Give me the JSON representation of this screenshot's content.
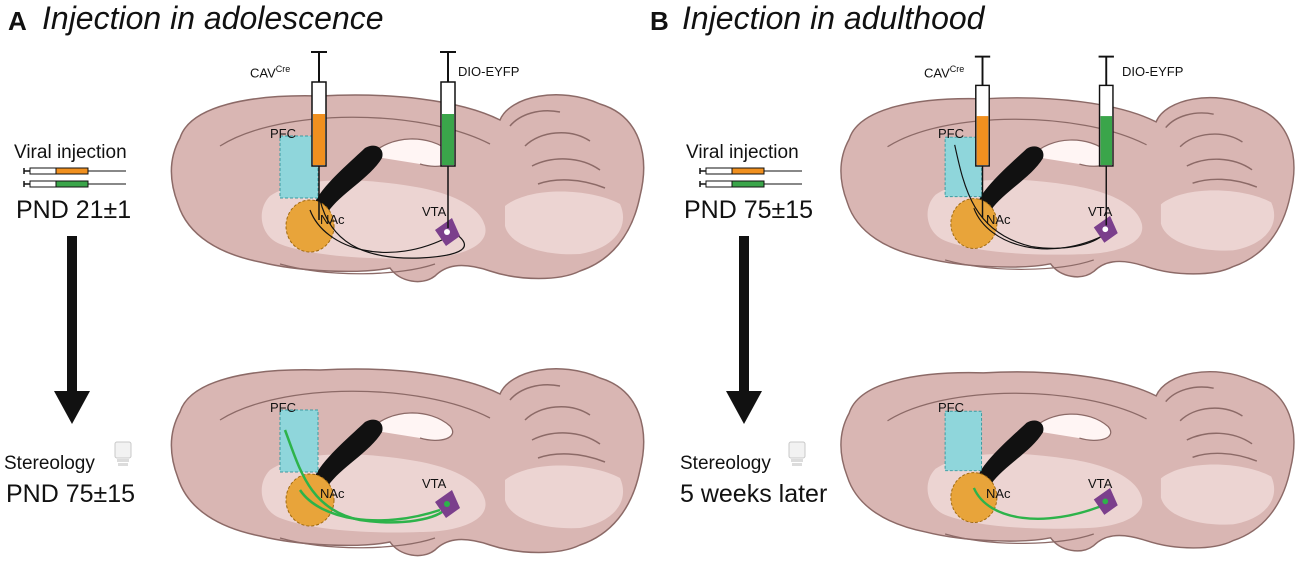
{
  "panels": [
    {
      "letter": "A",
      "title": "Injection in adolescence",
      "step1_label": "Viral injection",
      "step1_time": "PND 21±1",
      "step2_label": "Stereology",
      "step2_time": "PND 75±15"
    },
    {
      "letter": "B",
      "title": "Injection in adulthood",
      "step1_label": "Viral injection",
      "step1_time": "PND 75±15",
      "step2_label": "Stereology",
      "step2_time": "5 weeks later"
    }
  ],
  "syringes": {
    "left_base": "CAV",
    "left_sup": "Cre",
    "right": "DIO-EYFP"
  },
  "regions": {
    "pfc": "PFC",
    "nac": "NAc",
    "vta": "VTA"
  },
  "colors": {
    "brain_outer": "#d9b6b3",
    "brain_inner": "#ecd4d2",
    "pfc": "#8fd6db",
    "nac": "#e8a43a",
    "vta": "#7b3f8c",
    "cav_fill": "#f0901f",
    "eyfp_fill": "#3aa54a",
    "tract": "#2db34a"
  }
}
